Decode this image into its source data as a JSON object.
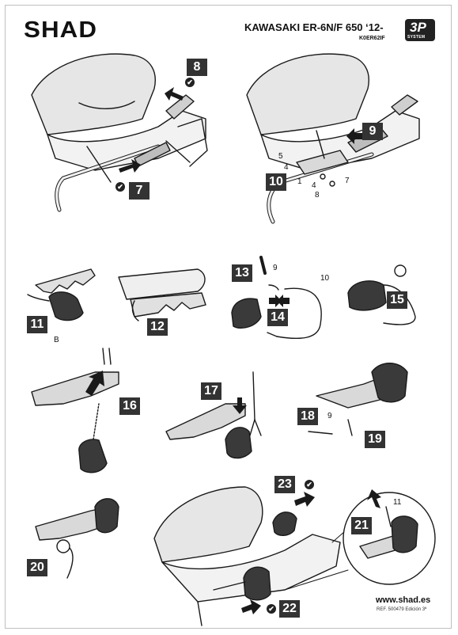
{
  "header": {
    "brand": "SHAD",
    "model": "KAWASAKI ER-6N/F 650 ‘12-",
    "code": "K0ER62IF",
    "logo_big": "3P",
    "logo_small": "SYSTEM"
  },
  "steps": [
    "7",
    "8",
    "9",
    "10",
    "11",
    "12",
    "13",
    "14",
    "15",
    "16",
    "17",
    "18",
    "19",
    "20",
    "21",
    "22",
    "23"
  ],
  "labels": {
    "l5": "5",
    "l4a": "4",
    "l1": "1",
    "l4b": "4",
    "l8": "8",
    "l7": "7",
    "lB": "B",
    "l9a": "9",
    "l10": "10",
    "l9b": "9",
    "l11": "11"
  },
  "check_mark": "✔",
  "footer": {
    "website": "www.shad.es",
    "ref": "REF. 500479 Edición 3ª"
  },
  "colors": {
    "step_bg": "#333333",
    "line": "#1a1a1a",
    "shade": "#d9d9d9"
  }
}
